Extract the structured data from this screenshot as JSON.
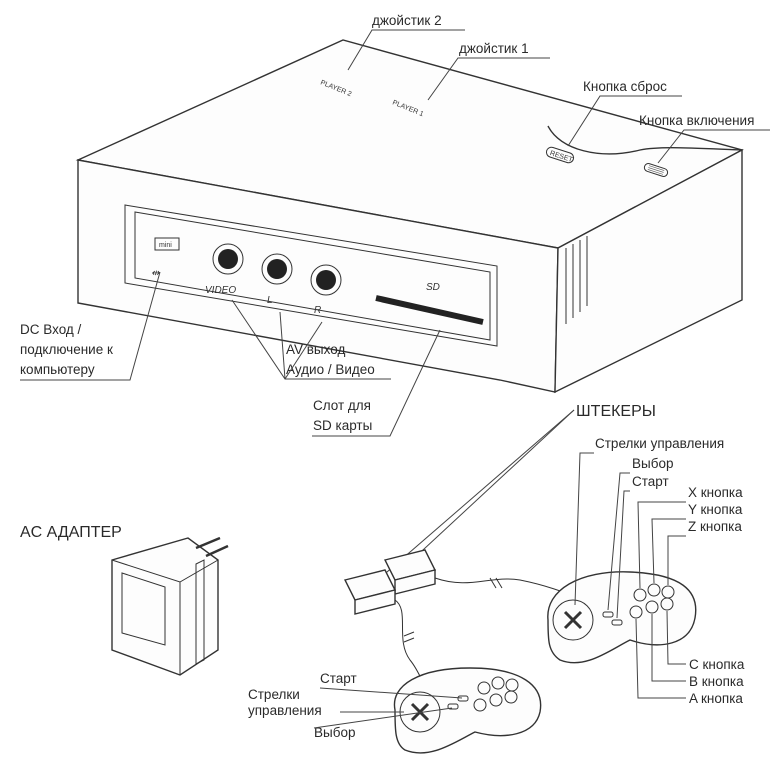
{
  "console": {
    "port_player2": "PLAYER 2",
    "port_player1": "PLAYER 1",
    "reset_button_text": "RESET",
    "jack_labels": [
      "VIDEO",
      "L",
      "R"
    ],
    "sd_slot_text": "SD",
    "usb_port_text": "mini"
  },
  "callouts": {
    "joystick2": "джойстик 2",
    "joystick1": "джойстик 1",
    "reset": "Кнопка сброс",
    "power": "Кнопка включения",
    "dc_input": [
      "DC Вход /",
      "подключение к",
      "компьютеру"
    ],
    "av_out": [
      "AV выход",
      "Аудио / Видео"
    ],
    "sd_slot": [
      "Слот для",
      "SD карты"
    ]
  },
  "adapter": {
    "title": "AC АДАПТЕР"
  },
  "plugs": {
    "title": "ШТЕКЕРЫ"
  },
  "gamepad_right": {
    "labels": [
      "Стрелки управления",
      "Выбор",
      "Старт",
      "X кнопка",
      "Y кнопка",
      "Z кнопка",
      "C кнопка",
      "B кнопка",
      "A кнопка"
    ]
  },
  "gamepad_left": {
    "labels": [
      "Старт",
      "Стрелки",
      "управления",
      "Выбор"
    ]
  },
  "colors": {
    "line": "#333333",
    "text": "#2a2a2a",
    "background": "#ffffff"
  }
}
